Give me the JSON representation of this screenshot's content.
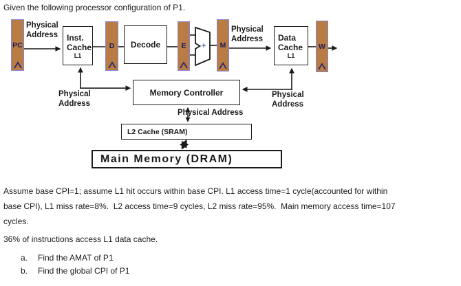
{
  "title": "Given the following processor configuration of P1.",
  "diagram": {
    "registers": {
      "pc": "PC",
      "d": "D",
      "e": "E",
      "m": "M",
      "w": "W"
    },
    "blocks": {
      "inst_cache": {
        "line1": "Inst.",
        "line2": "Cache",
        "line3": "L1"
      },
      "decode": "Decode",
      "data_cache": {
        "line1": "Data",
        "line2": "Cache",
        "line3": "L1"
      },
      "memory_controller": "Memory Controller",
      "l2_cache": "L2 Cache (SRAM)",
      "main_memory": "Main Memory (DRAM)"
    },
    "labels": {
      "pa_pc": {
        "line1": "Physical",
        "line2": "Address"
      },
      "pa_m": {
        "line1": "Physical",
        "line2": "Address"
      },
      "pa_left": {
        "line1": "Physical",
        "line2": "Address"
      },
      "pa_right": {
        "line1": "Physical",
        "line2": "Address"
      },
      "pa_mid": "Physical Address",
      "alu_plus": "+"
    },
    "colors": {
      "register_fill": "#b87c44",
      "register_border": "#8585d6",
      "chevron": "#2b2b6e",
      "register_letter": "#1b1b5e",
      "plus_sign": "#4a6fb5",
      "wire": "#1a1a1a"
    }
  },
  "body": {
    "paragraph_lines": [
      "Assume base CPI=1; assume L1 hit occurs within base CPI. L1 access time=1 cycle(accounted for within",
      "base CPI), L1 miss rate=8%.  L2 access time=9 cycles, L2 miss rate=95%.  Main memory access time=107",
      "cycles."
    ],
    "stat_line": "36% of instructions access L1 data cache.",
    "questions": [
      {
        "marker": "a.",
        "text": "Find the AMAT of P1"
      },
      {
        "marker": "b.",
        "text": "Find the global CPI of P1"
      }
    ]
  }
}
